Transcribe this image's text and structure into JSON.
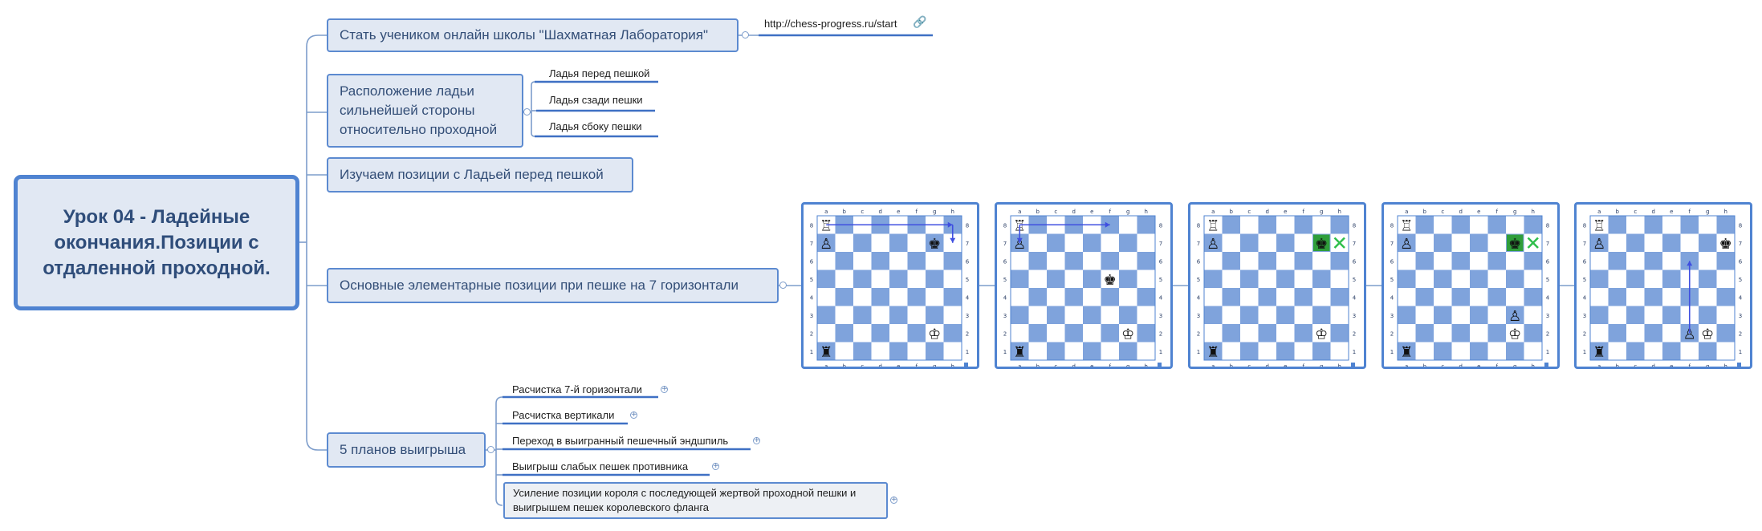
{
  "root": {
    "title": "Урок 04 - Ладейные окончания.Позиции с отдаленной проходной."
  },
  "topics": [
    {
      "id": "t1",
      "label": "Стать учеником онлайн школы \"Шахматная Лаборатория\"",
      "link": {
        "text": "http://chess-progress.ru/start",
        "icon": "link-icon"
      }
    },
    {
      "id": "t2",
      "label": "Расположение ладьи сильнейшей стороны относительно проходной",
      "children": [
        "Ладья перед пешкой",
        "Ладья сзади пешки",
        "Ладья сбоку пешки"
      ]
    },
    {
      "id": "t3",
      "label": "Изучаем позиции с Ладьей перед пешкой"
    },
    {
      "id": "t4",
      "label": "Основные элементарные позиции при пешке на 7 горизонтали"
    },
    {
      "id": "t5",
      "label": "5 планов выигрыша",
      "children": [
        "Расчистка 7-й горизонтали",
        "Расчистка вертикали",
        "Переход в выигранный пешечный эндшпиль",
        "Выигрыш слабых пешек противника",
        "Усиление позиции короля с последующей жертвой проходной пешки и выигрышем пешек королевского фланга"
      ]
    }
  ],
  "boards": {
    "files": [
      "a",
      "b",
      "c",
      "d",
      "e",
      "f",
      "g",
      "h"
    ],
    "ranks": [
      "8",
      "7",
      "6",
      "5",
      "4",
      "3",
      "2",
      "1"
    ],
    "colors": {
      "light": "#ffffff",
      "dark": "#7fa3dc",
      "frame": "#4f83d1",
      "arrow": "#3f4fe0",
      "cross": "#2fbf4c",
      "highlight": "#2f9e3a"
    },
    "positions": [
      {
        "pieces": [
          {
            "sq": "a8",
            "p": "wR"
          },
          {
            "sq": "a7",
            "p": "wP"
          },
          {
            "sq": "g7",
            "p": "bK"
          },
          {
            "sq": "g2",
            "p": "wK"
          },
          {
            "sq": "a1",
            "p": "bR"
          }
        ],
        "arrows": [
          [
            "a8",
            "h8"
          ],
          [
            "h8",
            "h7"
          ]
        ]
      },
      {
        "pieces": [
          {
            "sq": "a8",
            "p": "wR"
          },
          {
            "sq": "a7",
            "p": "wP"
          },
          {
            "sq": "f5",
            "p": "bK"
          },
          {
            "sq": "g2",
            "p": "wK"
          },
          {
            "sq": "a1",
            "p": "bR"
          }
        ],
        "arrows": [
          [
            "a8",
            "f8"
          ],
          [
            "a8",
            "a7"
          ]
        ]
      },
      {
        "pieces": [
          {
            "sq": "a8",
            "p": "wR"
          },
          {
            "sq": "a7",
            "p": "wP"
          },
          {
            "sq": "g7",
            "p": "bK",
            "hl": true
          },
          {
            "sq": "g2",
            "p": "wK"
          },
          {
            "sq": "a1",
            "p": "bR"
          }
        ],
        "crosses": [
          "h7"
        ]
      },
      {
        "pieces": [
          {
            "sq": "a8",
            "p": "wR"
          },
          {
            "sq": "a7",
            "p": "wP"
          },
          {
            "sq": "g7",
            "p": "bK",
            "hl": true
          },
          {
            "sq": "g3",
            "p": "wP"
          },
          {
            "sq": "g2",
            "p": "wK"
          },
          {
            "sq": "a1",
            "p": "bR"
          }
        ],
        "crosses": [
          "h7"
        ]
      },
      {
        "pieces": [
          {
            "sq": "a8",
            "p": "wR"
          },
          {
            "sq": "a7",
            "p": "wP"
          },
          {
            "sq": "h7",
            "p": "bK"
          },
          {
            "sq": "f2",
            "p": "wP"
          },
          {
            "sq": "g2",
            "p": "wK"
          },
          {
            "sq": "a1",
            "p": "bR"
          }
        ],
        "arrows": [
          [
            "f2",
            "f6"
          ]
        ]
      }
    ]
  }
}
